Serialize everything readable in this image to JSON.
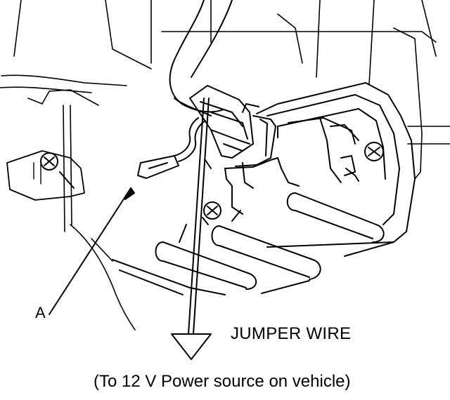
{
  "labels": {
    "callout_a": "A",
    "jumper_wire": "JUMPER WIRE",
    "power_source": "(To 12 V Power source on vehicle)"
  },
  "colors": {
    "ink": "#000000",
    "background": "#ffffff"
  }
}
